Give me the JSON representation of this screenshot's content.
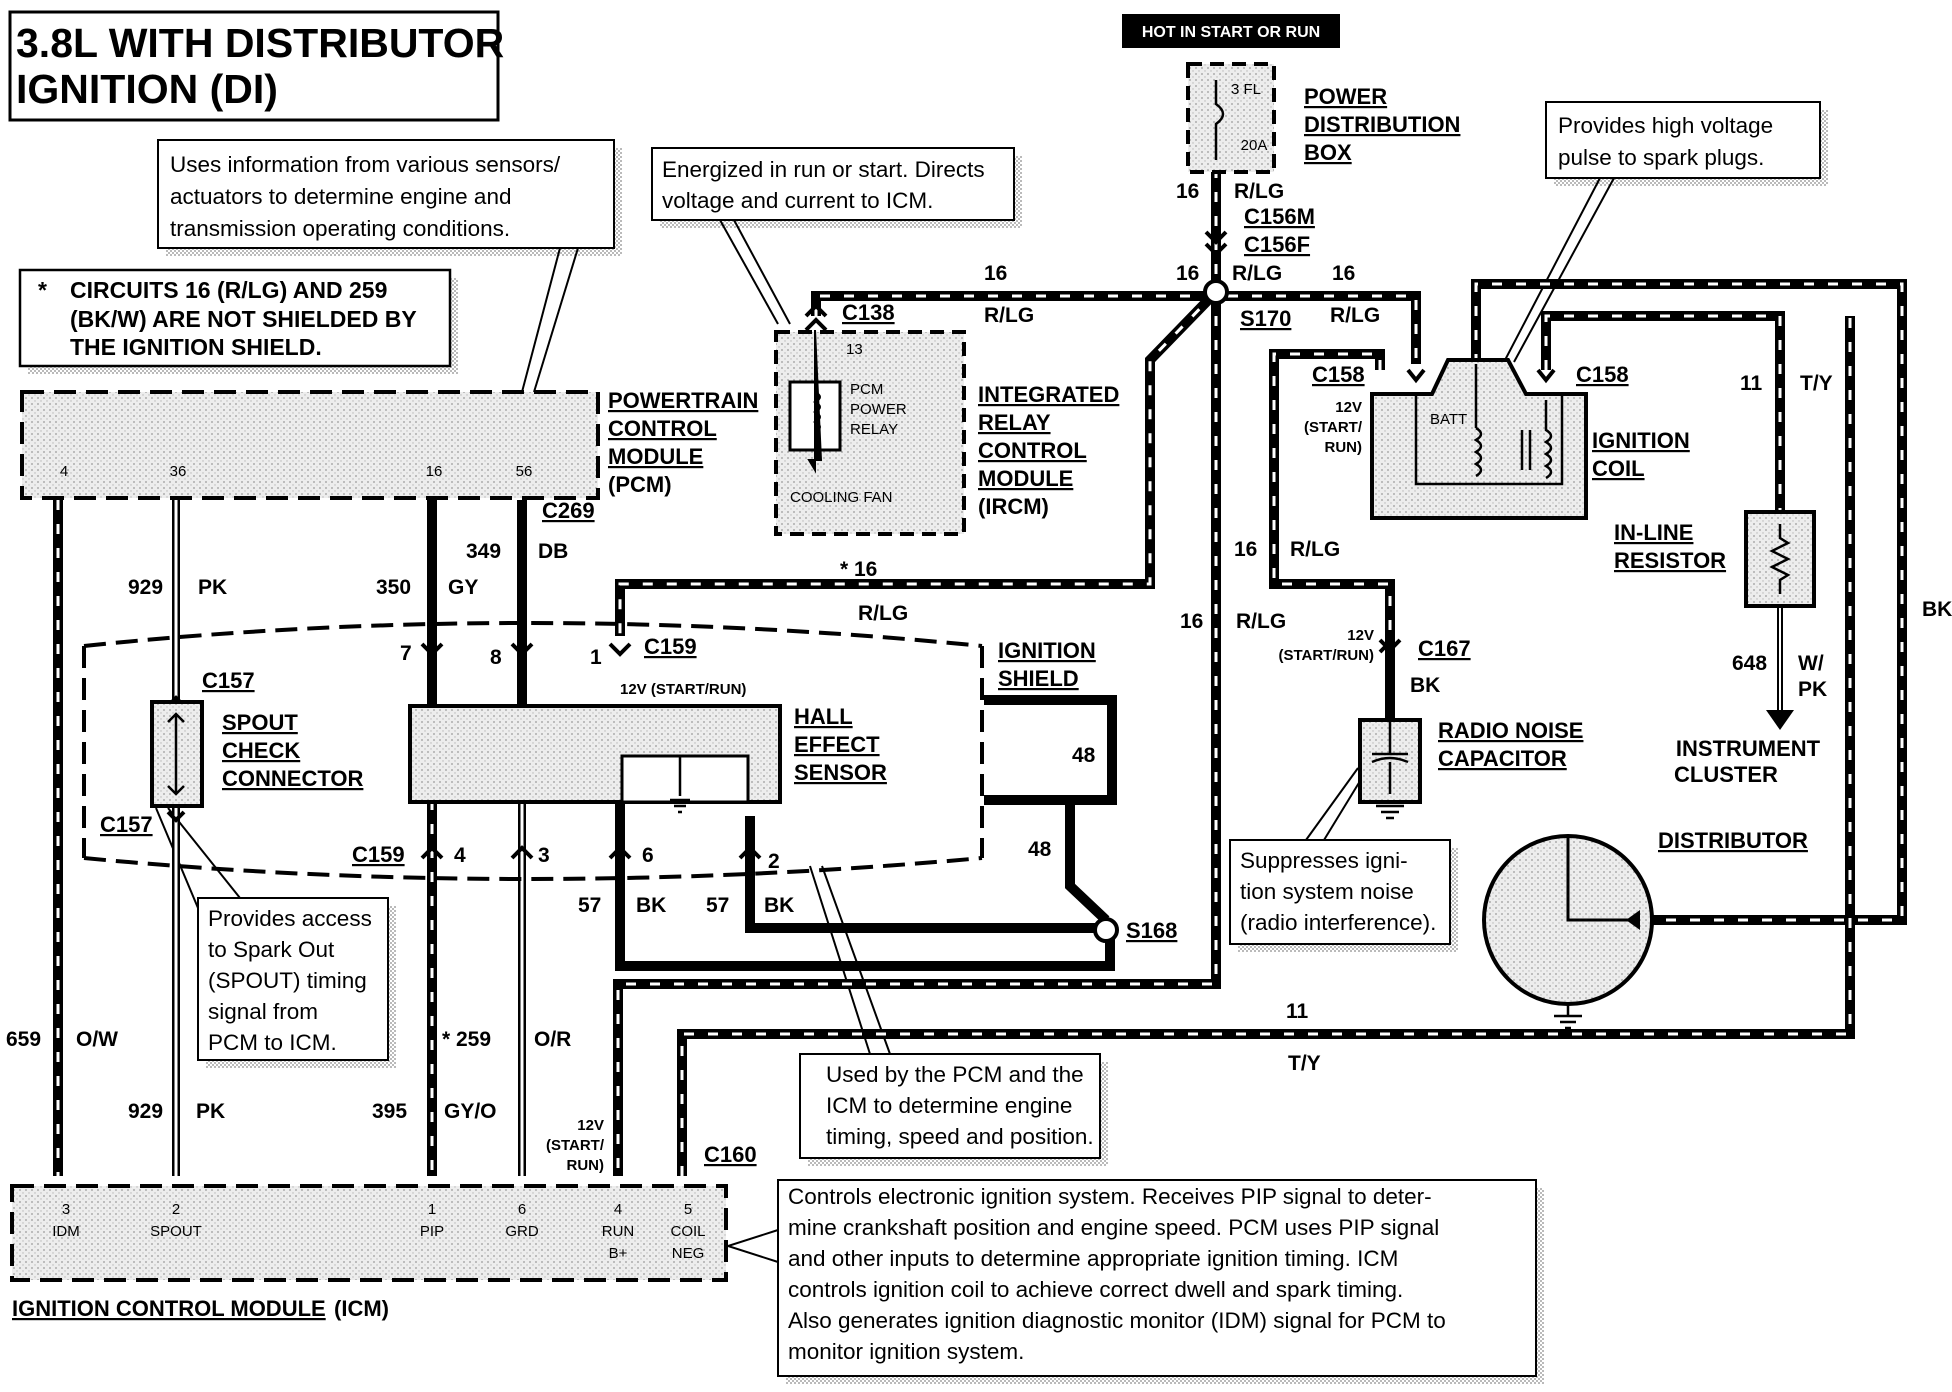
{
  "title": {
    "line1": "3.8L WITH DISTRIBUTOR",
    "line2": "IGNITION (DI)"
  },
  "hot_label": "HOT IN START OR RUN",
  "note": {
    "asterisk": "*",
    "line1": "CIRCUITS 16 (R/LG) AND 259",
    "line2": "(BK/W) ARE NOT SHIELDED BY",
    "line3": "THE IGNITION SHIELD."
  },
  "callouts": {
    "pcm_info": [
      "Uses information from various sensors/",
      "actuators to determine engine and",
      "transmission operating conditions."
    ],
    "relay_info": [
      "Energized in run or start. Directs",
      "voltage and current to ICM."
    ],
    "coil_info": [
      "Provides high voltage",
      "pulse to spark plugs."
    ],
    "spout_info": [
      "Provides access",
      "to Spark Out",
      "(SPOUT) timing",
      "signal from",
      "PCM to ICM."
    ],
    "hall_info": [
      "Used by the PCM and the",
      "ICM to determine engine",
      "timing, speed and position."
    ],
    "cap_info": [
      "Suppresses igni-",
      "tion system noise",
      "(radio interference)."
    ],
    "icm_info": [
      "Controls electronic ignition system.  Receives PIP signal to deter-",
      "mine crankshaft position and engine speed.  PCM uses PIP signal",
      "and other inputs to determine appropriate ignition timing.  ICM",
      "controls ignition coil to achieve correct dwell and spark timing.",
      "Also generates ignition diagnostic monitor (IDM) signal for PCM to",
      "monitor ignition system."
    ]
  },
  "components": {
    "pdb": {
      "lines": [
        "POWER",
        "DISTRIBUTION",
        "BOX"
      ],
      "fuse_top": "3 FL",
      "fuse_bottom": "20A"
    },
    "pcm": {
      "lines": [
        "POWERTRAIN",
        "CONTROL",
        "MODULE",
        "(PCM)"
      ],
      "pins": [
        "4",
        "36",
        "16",
        "56"
      ],
      "connector": "C269"
    },
    "ircm": {
      "lines": [
        "INTEGRATED",
        "RELAY",
        "CONTROL",
        "MODULE",
        "(IRCM)"
      ],
      "connector": "C138",
      "pin": "13",
      "relay_lines": [
        "PCM",
        "POWER",
        "RELAY"
      ],
      "fan": "COOLING FAN"
    },
    "coil": {
      "lines": [
        "IGNITION",
        "COIL"
      ],
      "batt": "BATT",
      "connector_left": "C158",
      "connector_right": "C158",
      "supply": [
        "12V",
        "(START/",
        "RUN)"
      ]
    },
    "resistor": {
      "lines": [
        "IN-LINE",
        "RESISTOR"
      ]
    },
    "cluster": {
      "lines": [
        "INSTRUMENT",
        "CLUSTER"
      ]
    },
    "distributor": {
      "label": "DISTRIBUTOR"
    },
    "capacitor": {
      "lines": [
        "RADIO NOISE",
        "CAPACITOR"
      ],
      "connector": "C167",
      "supply": [
        "12V",
        "(START/RUN)"
      ]
    },
    "spout": {
      "lines": [
        "SPOUT",
        "CHECK",
        "CONNECTOR"
      ],
      "connector_top": "C157",
      "connector_bottom": "C157"
    },
    "hall": {
      "lines": [
        "HALL",
        "EFFECT",
        "SENSOR"
      ],
      "supply": "12V (START/RUN)"
    },
    "shield": {
      "lines": [
        "IGNITION",
        "SHIELD"
      ]
    },
    "icm": {
      "title": "IGNITION CONTROL MODULE",
      "title_suffix": "(ICM)",
      "pins": [
        {
          "num": "3",
          "name": "IDM",
          "name2": ""
        },
        {
          "num": "2",
          "name": "SPOUT",
          "name2": ""
        },
        {
          "num": "1",
          "name": "PIP",
          "name2": ""
        },
        {
          "num": "6",
          "name": "GRD",
          "name2": ""
        },
        {
          "num": "4",
          "name": "RUN",
          "name2": "B+"
        },
        {
          "num": "5",
          "name": "COIL",
          "name2": "NEG"
        }
      ]
    }
  },
  "connectors": {
    "c156m": "C156M",
    "c156f": "C156F",
    "s170": "S170",
    "c159_top": "C159",
    "c159_bottom": "C159",
    "s168": "S168",
    "c160": "C160",
    "c159_pins_top": [
      "7",
      "8",
      "1"
    ],
    "c159_pins_bottom": [
      "4",
      "3",
      "6",
      "2"
    ],
    "icm_supply": [
      "12V",
      "(START/",
      "RUN)"
    ]
  },
  "wires": {
    "w16_main": "16",
    "rlg_main": "R/LG",
    "w16_left": "16",
    "rlg_left": "R/LG",
    "w16_right": "16",
    "rlg_s170": "R/LG",
    "w16_c138": "16",
    "rlg_c138": "R/LG",
    "w16_star": "* 16",
    "rlg_star": "R/LG",
    "w16_coil": "16",
    "rlg_coil": "R/LG",
    "w16_vert": "16",
    "rlg_vert": "R/LG",
    "w11_top": "11",
    "ty_top": "T/Y",
    "w11_bottom": "11",
    "ty_bottom": "T/Y",
    "w648": "648",
    "wpk": [
      "W/",
      "PK"
    ],
    "bk_right": "BK",
    "bk_cap": "BK",
    "w929a": "929",
    "pk_a": "PK",
    "w929b": "929",
    "pk_b": "PK",
    "w350": "350",
    "gy": "GY",
    "w349": "349",
    "db": "DB",
    "w659": "659",
    "ow": "O/W",
    "w259": "* 259",
    "or": "O/R",
    "w395": "395",
    "gyo": "GY/O",
    "w57a": "57",
    "bk_a": "BK",
    "w57b": "57",
    "bk_b": "BK",
    "w48a": "48",
    "w48b": "48"
  }
}
